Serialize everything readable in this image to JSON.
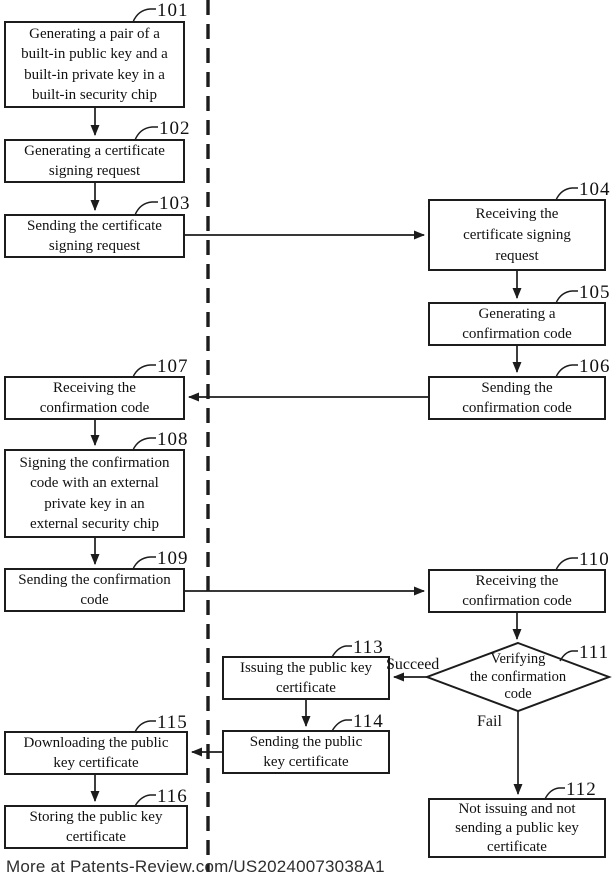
{
  "footer": "More at Patents-Review.com/US20240073038A1",
  "edge_labels": {
    "succeed": "Succeed",
    "fail": "Fail"
  },
  "colors": {
    "line": "#1c1c1c",
    "background": "#ffffff",
    "text": "#111111",
    "footer_text": "#2e2e2e"
  },
  "nodes": {
    "101": {
      "ref": "101",
      "text": "Generating a pair of a\nbuilt-in public key and a\nbuilt-in private key in a\nbuilt-in security chip"
    },
    "102": {
      "ref": "102",
      "text": "Generating a certificate\nsigning request"
    },
    "103": {
      "ref": "103",
      "text": "Sending the certificate\nsigning request"
    },
    "104": {
      "ref": "104",
      "text": "Receiving the\ncertificate signing\nrequest"
    },
    "105": {
      "ref": "105",
      "text": "Generating a\nconfirmation code"
    },
    "106": {
      "ref": "106",
      "text": "Sending the\nconfirmation code"
    },
    "107": {
      "ref": "107",
      "text": "Receiving the\nconfirmation code"
    },
    "108": {
      "ref": "108",
      "text": "Signing the confirmation\ncode with an external\nprivate key in an\nexternal security chip"
    },
    "109": {
      "ref": "109",
      "text": "Sending the confirmation\ncode"
    },
    "110": {
      "ref": "110",
      "text": "Receiving the\nconfirmation code"
    },
    "111": {
      "ref": "111",
      "text": "Verifying\nthe confirmation\ncode"
    },
    "112": {
      "ref": "112",
      "text": "Not issuing and not\nsending a public key\ncertificate"
    },
    "113": {
      "ref": "113",
      "text": "Issuing the public key\ncertificate"
    },
    "114": {
      "ref": "114",
      "text": "Sending the public\nkey certificate"
    },
    "115": {
      "ref": "115",
      "text": "Downloading the public\nkey certificate"
    },
    "116": {
      "ref": "116",
      "text": "Storing the public key\ncertificate"
    }
  }
}
